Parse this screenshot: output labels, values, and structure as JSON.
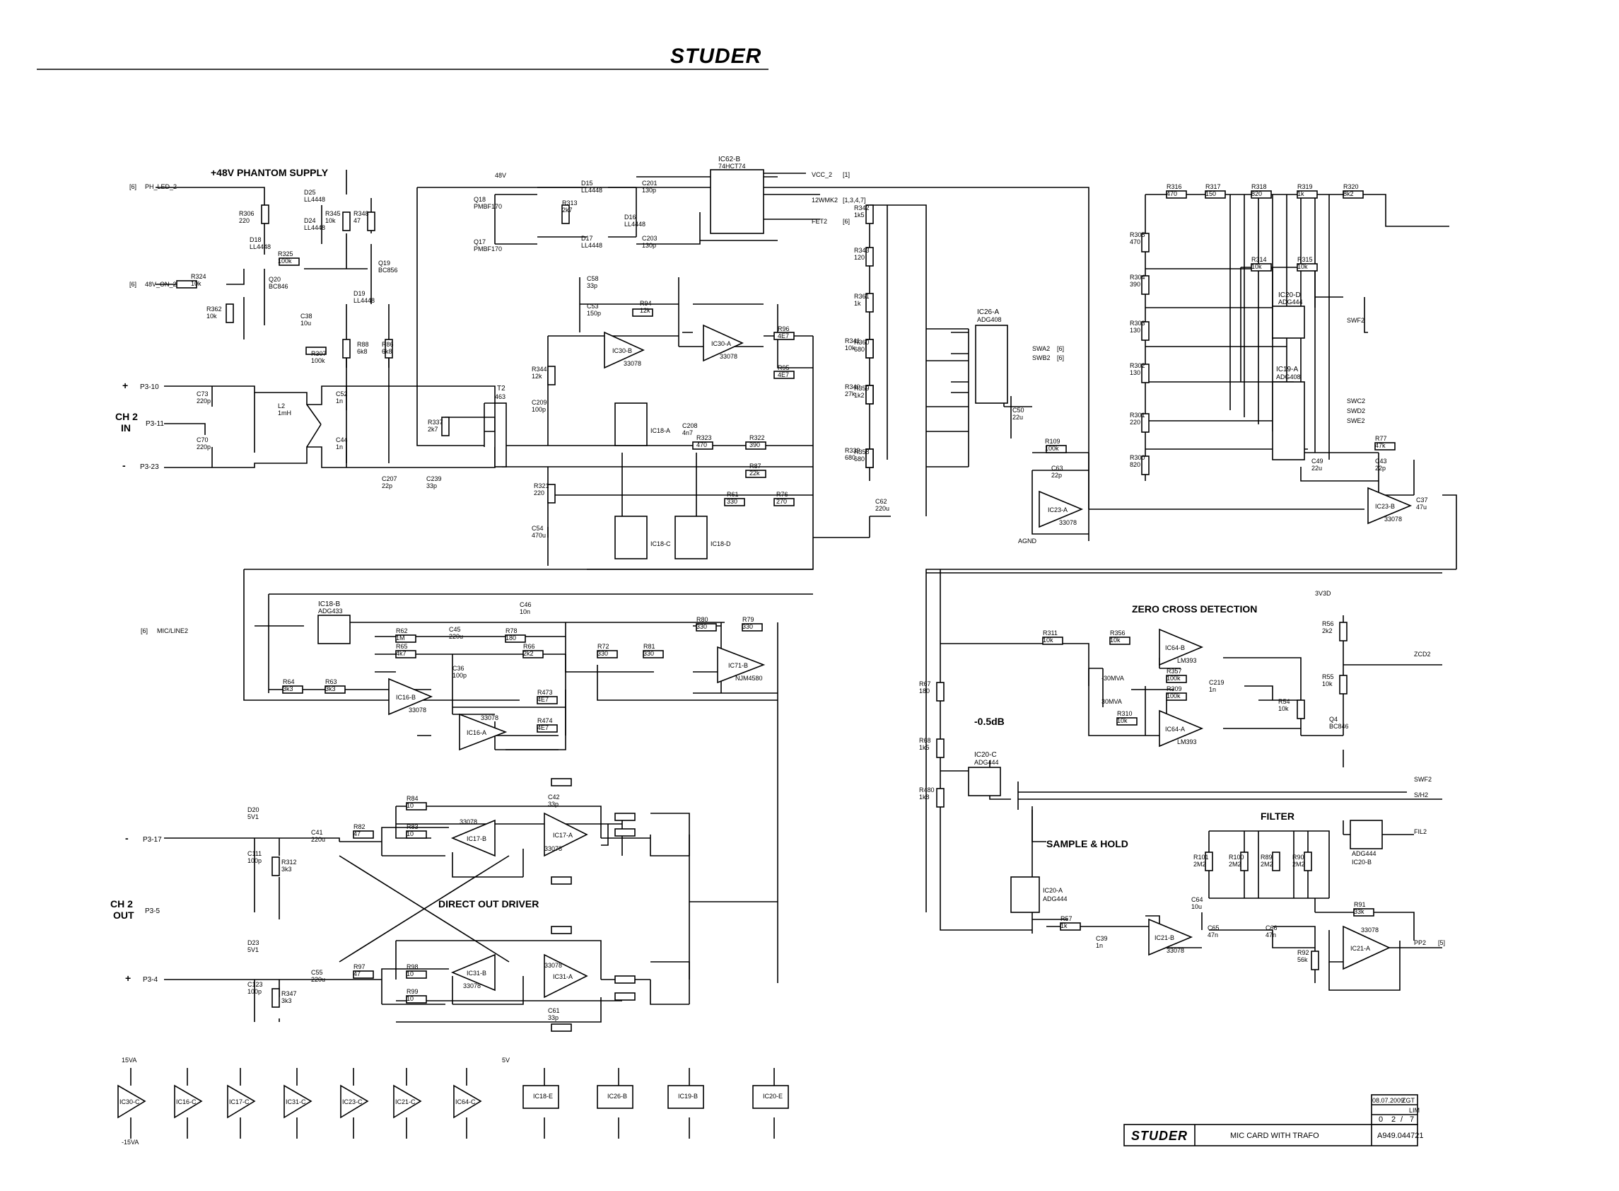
{
  "header": {
    "brand": "STUDER"
  },
  "sections": {
    "phantom": "+48V PHANTOM SUPPLY",
    "ch2_in": [
      "CH 2",
      "IN"
    ],
    "ch2_out": [
      "CH 2",
      "OUT"
    ],
    "direct_out": "DIRECT OUT DRIVER",
    "zero_cross": "ZERO CROSS DETECTION",
    "filter": "FILTER",
    "sample_hold": "SAMPLE & HOLD",
    "gain": "-0.5dB"
  },
  "connectors": {
    "p3_10": "P3-10",
    "p3_11": "P3-11",
    "p3_23": "P3-23",
    "p3_17": "P3-17",
    "p3_5": "P3-5",
    "p3_4": "P3-4",
    "plus": "+",
    "minus": "-"
  },
  "signals": {
    "ph_led": "PH_LED_2",
    "v48_on": "48V_ON_2",
    "vcc2": "VCC_2",
    "ref1": "[1]",
    "twmk2": "12WMK2",
    "ref1347": "[1,3,4,7]",
    "fet2": "FET2",
    "ref6": "[6]",
    "mic_line2": "MIC/LINE2",
    "swa2": "SWA2",
    "swb2": "SWB2",
    "swc2": "SWC2",
    "swd2": "SWD2",
    "swe2": "SWE2",
    "swf2": "SWF2",
    "zcd2": "ZCD2",
    "sh2": "S/H2",
    "fil2": "FIL2",
    "pp2": "PP2",
    "ref5": "[5]"
  },
  "ics": {
    "ic62b": [
      "IC62-B",
      "74HCT74"
    ],
    "ic30b": "IC30-B",
    "ic30a": "IC30-A",
    "ic16b": "IC16-B",
    "ic16a": "IC16-A",
    "ic17b": "IC17-B",
    "ic17a": "IC17-A",
    "ic31b": "IC31-B",
    "ic31a": "IC31-A",
    "ic71b": "IC71-B",
    "nj": "NJM4580",
    "ic18b": [
      "IC18-B",
      "ADG433"
    ],
    "ic18a": "IC18-A",
    "ic18c": "IC18-C",
    "ic18d": "IC18-D",
    "ic26a": [
      "IC26-A",
      "ADG408"
    ],
    "ic23a": "IC23-A",
    "ic23b": "IC23-B",
    "ic19a": [
      "IC19-A",
      "ADG408"
    ],
    "ic20d": [
      "IC20-D",
      "ADG444"
    ],
    "ic20c": [
      "IC20-C",
      "ADG444"
    ],
    "ic20a": [
      "IC20-A",
      "ADG444"
    ],
    "ic20b": [
      "ADG444",
      "IC20-B"
    ],
    "ic64b": "IC64-B",
    "ic64a": "IC64-A",
    "lm393": "LM393",
    "ic21b": "IC21-B",
    "ic21a": "IC21-A",
    "op": "33078"
  },
  "transformer": {
    "ref": "T2",
    "value": "463"
  },
  "parts": [
    [
      "R306",
      "220"
    ],
    [
      "R345",
      "10k"
    ],
    [
      "R348",
      "47"
    ],
    [
      "R325",
      "100k"
    ],
    [
      "R324",
      "10k"
    ],
    [
      "R362",
      "10k"
    ],
    [
      "R307",
      "100k"
    ],
    [
      "R88",
      "6k8"
    ],
    [
      "R86",
      "6k8"
    ],
    [
      "R313",
      "2k7"
    ],
    [
      "R337",
      "2k7"
    ],
    [
      "R94",
      "12k"
    ],
    [
      "R96",
      "4E7"
    ],
    [
      "R95",
      "4E7"
    ],
    [
      "R344",
      "12k"
    ],
    [
      "R323",
      "470"
    ],
    [
      "R322",
      "390"
    ],
    [
      "R87",
      "22k"
    ],
    [
      "R61",
      "330"
    ],
    [
      "R76",
      "270"
    ],
    [
      "R321",
      "220"
    ],
    [
      "R342",
      "1k5"
    ],
    [
      "R343",
      "120"
    ],
    [
      "R361",
      "1k"
    ],
    [
      "R360",
      "680"
    ],
    [
      "R359",
      "1k2"
    ],
    [
      "R358",
      "680"
    ],
    [
      "R341",
      "10k"
    ],
    [
      "R340",
      "27k"
    ],
    [
      "R339",
      "680"
    ],
    [
      "R109",
      "100k"
    ],
    [
      "R316",
      "470"
    ],
    [
      "R317",
      "150"
    ],
    [
      "R318",
      "820"
    ],
    [
      "R319",
      "1k"
    ],
    [
      "R320",
      "8k2"
    ],
    [
      "R305",
      "470"
    ],
    [
      "R304",
      "390"
    ],
    [
      "R303",
      "130"
    ],
    [
      "R302",
      "130"
    ],
    [
      "R301",
      "220"
    ],
    [
      "R300",
      "820"
    ],
    [
      "R314",
      "10k"
    ],
    [
      "R315",
      "10k"
    ],
    [
      "R77",
      "47k"
    ],
    [
      "R62",
      "1M"
    ],
    [
      "R78",
      "180"
    ],
    [
      "R65",
      "4k7"
    ],
    [
      "R66",
      "2k2"
    ],
    [
      "R72",
      "330"
    ],
    [
      "R81",
      "330"
    ],
    [
      "R80",
      "330"
    ],
    [
      "R79",
      "330"
    ],
    [
      "R64",
      "3k3"
    ],
    [
      "R63",
      "3k3"
    ],
    [
      "R473",
      "4E7"
    ],
    [
      "R474",
      "4E7"
    ],
    [
      "R84",
      "10"
    ],
    [
      "R82",
      "47"
    ],
    [
      "R83",
      "10"
    ],
    [
      "R312",
      "3k3"
    ],
    [
      "R97",
      "47"
    ],
    [
      "R98",
      "10"
    ],
    [
      "R99",
      "10"
    ],
    [
      "R347",
      "3k3"
    ],
    [
      "R311",
      "10k"
    ],
    [
      "R356",
      "10k"
    ],
    [
      "R357",
      "100k"
    ],
    [
      "R309",
      "100k"
    ],
    [
      "R310",
      "10k"
    ],
    [
      "R56",
      "2k2"
    ],
    [
      "R55",
      "10k"
    ],
    [
      "R54",
      "10k"
    ],
    [
      "R67",
      "180"
    ],
    [
      "R68",
      "1k5"
    ],
    [
      "R480",
      "1k8"
    ],
    [
      "R101",
      "2M2"
    ],
    [
      "R100",
      "2M2"
    ],
    [
      "R89",
      "2M2"
    ],
    [
      "R90",
      "2M2"
    ],
    [
      "R57",
      "1k"
    ],
    [
      "R91",
      "33k"
    ],
    [
      "R92",
      "56k"
    ]
  ],
  "caps": [
    [
      "C73",
      "220p"
    ],
    [
      "C70",
      "220p"
    ],
    [
      "C52",
      "1n"
    ],
    [
      "C44",
      "1n"
    ],
    [
      "C207",
      "22p"
    ],
    [
      "C239",
      "33p"
    ],
    [
      "C38",
      "10u"
    ],
    [
      "C201",
      "130p"
    ],
    [
      "C203",
      "130p"
    ],
    [
      "C58",
      "33p"
    ],
    [
      "C53",
      "150p"
    ],
    [
      "C209",
      "100p"
    ],
    [
      "C208",
      "4n7"
    ],
    [
      "C54",
      "470u"
    ],
    [
      "C62",
      "220u"
    ],
    [
      "C50",
      "22u"
    ],
    [
      "C63",
      "22p"
    ],
    [
      "C49",
      "22u"
    ],
    [
      "C43",
      "22p"
    ],
    [
      "C37",
      "47u"
    ],
    [
      "C46",
      "10n"
    ],
    [
      "C45",
      "220u"
    ],
    [
      "C36",
      "100p"
    ],
    [
      "C41",
      "220u"
    ],
    [
      "C42",
      "33p"
    ],
    [
      "C111",
      "100p"
    ],
    [
      "C55",
      "220u"
    ],
    [
      "C61",
      "33p"
    ],
    [
      "C123",
      "100p"
    ],
    [
      "C219",
      "1n"
    ],
    [
      "C64",
      "10u"
    ],
    [
      "C39",
      "1n"
    ],
    [
      "C65",
      "47n"
    ],
    [
      "C66",
      "47n"
    ]
  ],
  "semis": [
    [
      "D25",
      "LL4448"
    ],
    [
      "D24",
      "LL4448"
    ],
    [
      "D18",
      "LL4448"
    ],
    [
      "D19",
      "LL4448"
    ],
    [
      "D15",
      "LL4448"
    ],
    [
      "D16",
      "LL4448"
    ],
    [
      "D17",
      "LL4448"
    ],
    [
      "D20",
      "5V1"
    ],
    [
      "D23",
      "5V1"
    ],
    [
      "Q20",
      "BC846"
    ],
    [
      "Q19",
      "BC856"
    ],
    [
      "Q18",
      "PMBF170"
    ],
    [
      "Q17",
      "PMBF170"
    ],
    [
      "Q4",
      "BC846"
    ],
    [
      "L2",
      "1mH"
    ]
  ],
  "supply": {
    "v15a": "15VA",
    "m15a": "-15VA",
    "v48": "48V",
    "agnd": "AGND",
    "v5": "5V",
    "v3": "3V3D",
    "mv30": "-30MVA",
    "p30": "30MVA",
    "units": [
      "IC30-C",
      "IC16-C",
      "IC17-C",
      "IC31-C",
      "IC23-C",
      "IC21-C",
      "IC64-C",
      "IC18-E",
      "IC26-B",
      "IC19-B",
      "IC20-E"
    ]
  },
  "titleblock": {
    "date": "08.07.2009",
    "initials1": "ZGT",
    "initials2": "LIM",
    "index": "0",
    "sheet": "2",
    "slash": "/",
    "total": "7",
    "title": "MIC CARD WITH TRAFO",
    "docnum": "A949.044721"
  }
}
